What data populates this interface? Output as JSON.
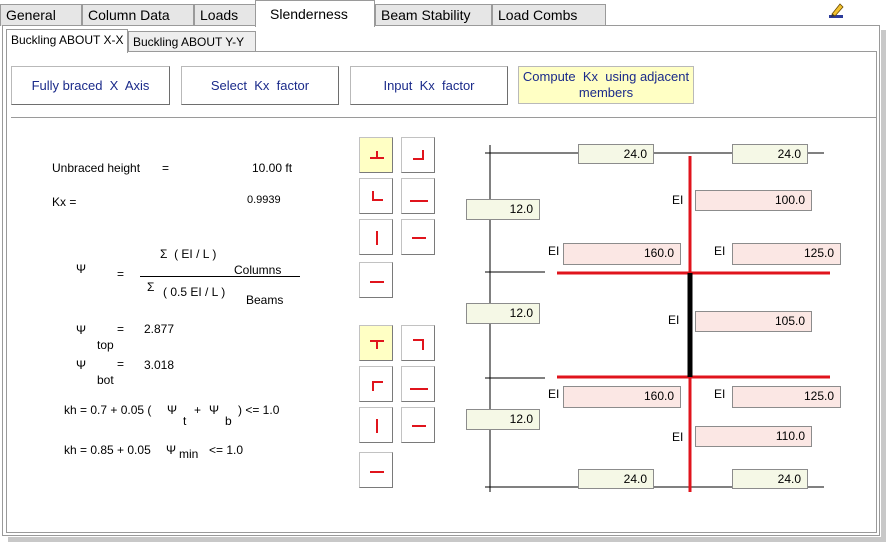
{
  "main_tabs": [
    "General",
    "Column Data",
    "Loads",
    "Slenderness",
    "Beam Stability",
    "Load Combs"
  ],
  "sub_tabs": [
    "Buckling ABOUT X-X",
    "Buckling ABOUT Y-Y"
  ],
  "buttons": {
    "fully_braced": "Fully braced  X  Axis",
    "select_kx": "Select  Kx  factor",
    "input_kx": "Input  Kx  factor",
    "compute_kx": "Compute  Kx  using adjacent\nmembers"
  },
  "params": {
    "unbraced_label": "Unbraced height",
    "eq": "=",
    "unbraced_value": "10.00 ft",
    "kx_label": "Kx =",
    "kx_value": "0.9939"
  },
  "formula": {
    "psi": "Ψ",
    "eq": "=",
    "numerator": "Σ  ( EI / L )",
    "columns": "Columns",
    "denominator_sigma": "Σ",
    "denominator": "( 0.5 EI / L )",
    "beams": "Beams",
    "psi_top_sub": "top",
    "psi_top_value": "2.877",
    "psi_bot_sub": "bot",
    "psi_bot_value": "3.018",
    "kh1_a": "kh = 0.7 + 0.05 (",
    "kh1_t": "t",
    "kh1_plus": "+",
    "kh1_b": "b",
    "kh1_end": ") <= 1.0",
    "kh2_a": "kh = 0.85 + 0.05",
    "kh2_min": "min",
    "kh2_end": "<= 1.0"
  },
  "frame": {
    "top_beam_left": "24.0",
    "top_beam_right": "24.0",
    "upper_col_left": "12.0",
    "middle_col_left": "12.0",
    "lower_col_left": "12.0",
    "ei_label": "EI",
    "upper_col_ei": "100.0",
    "upper_beam_left_ei": "160.0",
    "upper_beam_right_ei": "125.0",
    "main_col_ei": "105.0",
    "lower_beam_left_ei": "160.0",
    "lower_beam_right_ei": "125.0",
    "lower_col_ei": "110.0",
    "bottom_beam_left": "24.0",
    "bottom_beam_right": "24.0"
  },
  "colors": {
    "accent_red": "#e0141c",
    "selected_bg": "#ffffc4",
    "button_text": "#1a2a8a"
  },
  "icons": [
    "edit-icon",
    "connection-icons"
  ]
}
